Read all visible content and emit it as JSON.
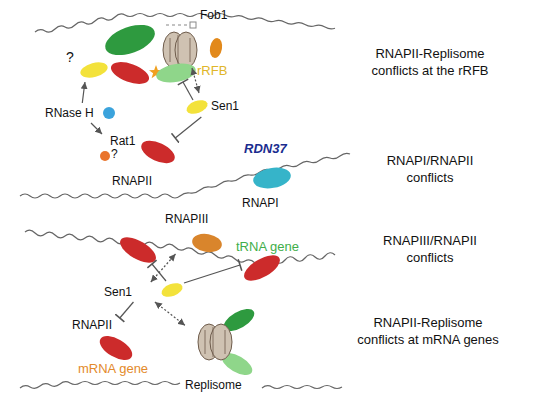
{
  "diagram": {
    "nodes": [
      {
        "text": [
          "?"
        ]
      },
      {
        "text": [
          "Fob1"
        ]
      },
      {
        "text": [
          "Sen1"
        ]
      },
      {
        "text": [
          "RNase H"
        ]
      },
      {
        "text": [
          "Rat1"
        ]
      },
      {
        "text": [
          "RNAPII"
        ]
      },
      {
        "text": [
          "RNAPI"
        ]
      },
      {
        "text": [
          "RNAPIII"
        ]
      },
      {
        "text": [
          "Sen1"
        ]
      },
      {
        "text": [
          "RNAPII"
        ]
      },
      {
        "text": [
          "Replisome"
        ]
      }
    ],
    "edges": [
      {
        "from": 3,
        "to": 0,
        "arrow": "to"
      },
      {
        "from": 3,
        "to": 4,
        "arrow": "to"
      },
      {
        "from": 2,
        "to": 5,
        "arrow": "to"
      },
      {
        "from": 8,
        "to": 7,
        "arrow": "both"
      },
      {
        "from": 8,
        "to": 9,
        "arrow": "to"
      },
      {
        "from": 8,
        "to": 10,
        "arrow": "both"
      }
    ],
    "labels": [
      "?",
      "rRFB",
      "RDN37",
      "tRNA gene",
      "mRNA gene",
      "RNAPII-Replisome conflicts at the rRFB",
      "RNAPI/RNAPII conflicts",
      "RNAPIII/RNAPII conflicts",
      "RNAPII-Replisome conflicts at mRNA genes"
    ]
  }
}
